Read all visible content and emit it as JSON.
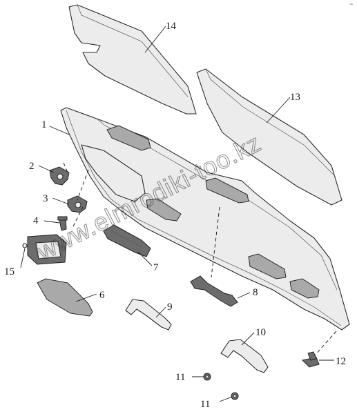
{
  "diagram": {
    "callouts": {
      "c1": "1",
      "c2": "2",
      "c3": "3",
      "c4": "4",
      "c6": "6",
      "c7": "7",
      "c8": "8",
      "c9": "9",
      "c10": "10",
      "c11a": "11",
      "c11b": "11",
      "c12": "12",
      "c13": "13",
      "c14": "14",
      "c15": "15"
    },
    "watermark": "www.elmrodiki-too.kz",
    "corner_mark": "~"
  }
}
